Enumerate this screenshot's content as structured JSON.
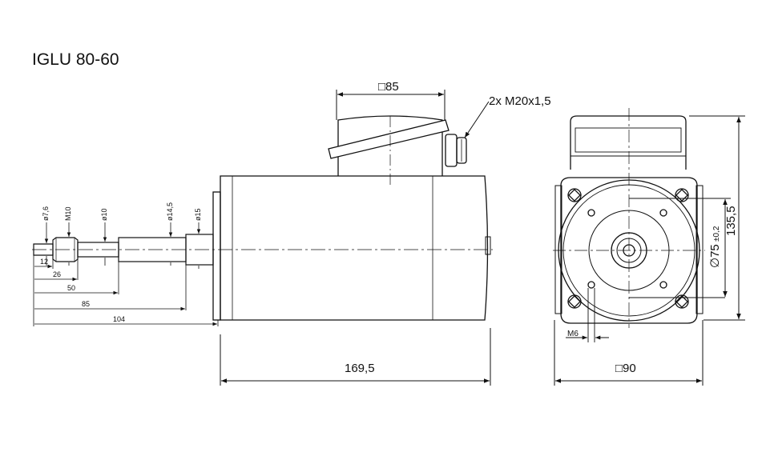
{
  "title": "IGLU 80-60",
  "dimensions": {
    "terminal_box": "□85",
    "cable_gland": "2x M20x1,5",
    "motor_length": "169,5",
    "flange_square": "□90",
    "height": "135,5",
    "pilot_diameter": "∅75",
    "pilot_tolerance": "±0,2",
    "thread": "M6"
  },
  "shaft": {
    "diameters": [
      "ø7,6",
      "M10",
      "ø10",
      "ø14,5",
      "ø15"
    ],
    "lengths": [
      "12",
      "26",
      "50",
      "85",
      "104"
    ]
  }
}
